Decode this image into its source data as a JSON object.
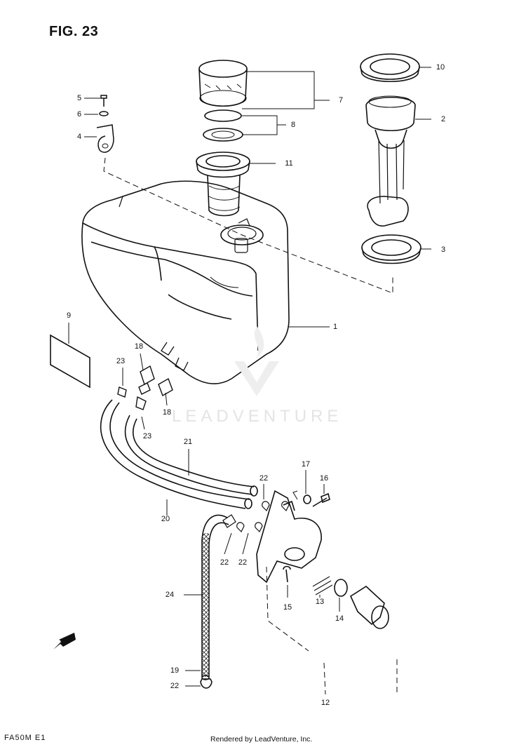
{
  "figure": {
    "title": "FIG. 23"
  },
  "callouts": [
    {
      "id": "c1",
      "label": "1"
    },
    {
      "id": "c2",
      "label": "2"
    },
    {
      "id": "c3",
      "label": "3"
    },
    {
      "id": "c4",
      "label": "4"
    },
    {
      "id": "c5",
      "label": "5"
    },
    {
      "id": "c6",
      "label": "6"
    },
    {
      "id": "c7",
      "label": "7"
    },
    {
      "id": "c8",
      "label": "8"
    },
    {
      "id": "c9",
      "label": "9"
    },
    {
      "id": "c10",
      "label": "10"
    },
    {
      "id": "c11",
      "label": "11"
    },
    {
      "id": "c12",
      "label": "12"
    },
    {
      "id": "c13",
      "label": "13"
    },
    {
      "id": "c14",
      "label": "14"
    },
    {
      "id": "c15",
      "label": "15"
    },
    {
      "id": "c16",
      "label": "16"
    },
    {
      "id": "c17",
      "label": "17"
    },
    {
      "id": "c18a",
      "label": "18"
    },
    {
      "id": "c18b",
      "label": "18"
    },
    {
      "id": "c19",
      "label": "19"
    },
    {
      "id": "c20",
      "label": "20"
    },
    {
      "id": "c21",
      "label": "21"
    },
    {
      "id": "c22a",
      "label": "22"
    },
    {
      "id": "c22b",
      "label": "22"
    },
    {
      "id": "c22c",
      "label": "22"
    },
    {
      "id": "c22d",
      "label": "22"
    },
    {
      "id": "c23a",
      "label": "23"
    },
    {
      "id": "c23b",
      "label": "23"
    },
    {
      "id": "c24",
      "label": "24"
    }
  ],
  "fwd_label": "FWD",
  "model_code": "FA50M E1",
  "footer": {
    "credit": "Rendered by LeadVenture, Inc."
  },
  "watermark": {
    "text": "LEADVENTURE"
  }
}
